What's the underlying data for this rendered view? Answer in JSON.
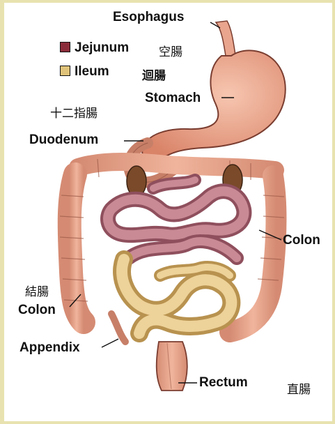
{
  "labels": {
    "esophagus": "Esophagus",
    "jejunum": "Jejunum",
    "jejunum_cn": "空腸",
    "ileum": "Ileum",
    "ileum_cn": "迴腸",
    "stomach": "Stomach",
    "duodenum_cn": "十二指腸",
    "duodenum": "Duodenum",
    "colon_right": "Colon",
    "colon_cn": "結腸",
    "colon_left": "Colon",
    "appendix": "Appendix",
    "rectum": "Rectum",
    "rectum_cn": "直腸"
  },
  "legend_colors": {
    "jejunum": "#8b2d3a",
    "ileum": "#e0c37a"
  },
  "colors": {
    "frame": "#e8e2b0",
    "colon": "#e3a089",
    "stomach": "#f0a88f",
    "jejunum": "#b9707c",
    "ileum": "#e5c58a"
  }
}
